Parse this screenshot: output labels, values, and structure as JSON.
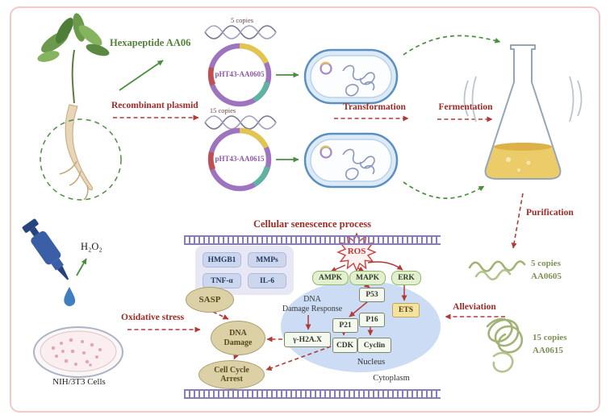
{
  "labels": {
    "hexapeptide": "Hexapeptide AA06",
    "recombinant_plasmid": "Recombinant plasmid",
    "transformation": "Transformation",
    "fermentation": "Fermentation",
    "purification": "Purification",
    "alleviation": "Alleviation",
    "oxidative_stress": "Oxidative stress",
    "h2o2": "H₂O₂",
    "nih3t3": "NIH/3T3 Cells"
  },
  "plasmids": [
    {
      "copies": "5 copies",
      "name": "pHT43-AA0605"
    },
    {
      "copies": "15 copies",
      "name": "pHT43-AA0615"
    }
  ],
  "peptides": [
    {
      "copies": "5 copies",
      "name": "AA0605"
    },
    {
      "copies": "15 copies",
      "name": "AA0615"
    }
  ],
  "cell": {
    "title": "Cellular senescence process",
    "sasp_factors": [
      "HMGB1",
      "MMPs",
      "TNF-α",
      "IL-6"
    ],
    "sasp": "SASP",
    "ros": "ROS",
    "kinases": [
      "AMPK",
      "MAPK",
      "ERK"
    ],
    "p53": "P53",
    "ets": "ETS",
    "ddr": {
      "line1": "DNA",
      "line2": "Damage Response"
    },
    "p21": "P21",
    "p16": "P16",
    "h2ax": "γ-H2A.X",
    "cdk": "CDK",
    "cyclin": "Cyclin",
    "dna_damage": {
      "line1": "DNA",
      "line2": "Damage"
    },
    "cell_cycle_arrest": {
      "line1": "Cell Cycle",
      "line2": "Arrest"
    },
    "nucleus": "Nucleus",
    "cytoplasm": "Cytoplasm"
  },
  "colors": {
    "accent_red": "#9e2b25",
    "accent_green": "#55803c",
    "peptide_green": "#7d8f55",
    "membrane_purple": "#8b7cb8",
    "nucleus_blue": "#cbdcf4"
  }
}
